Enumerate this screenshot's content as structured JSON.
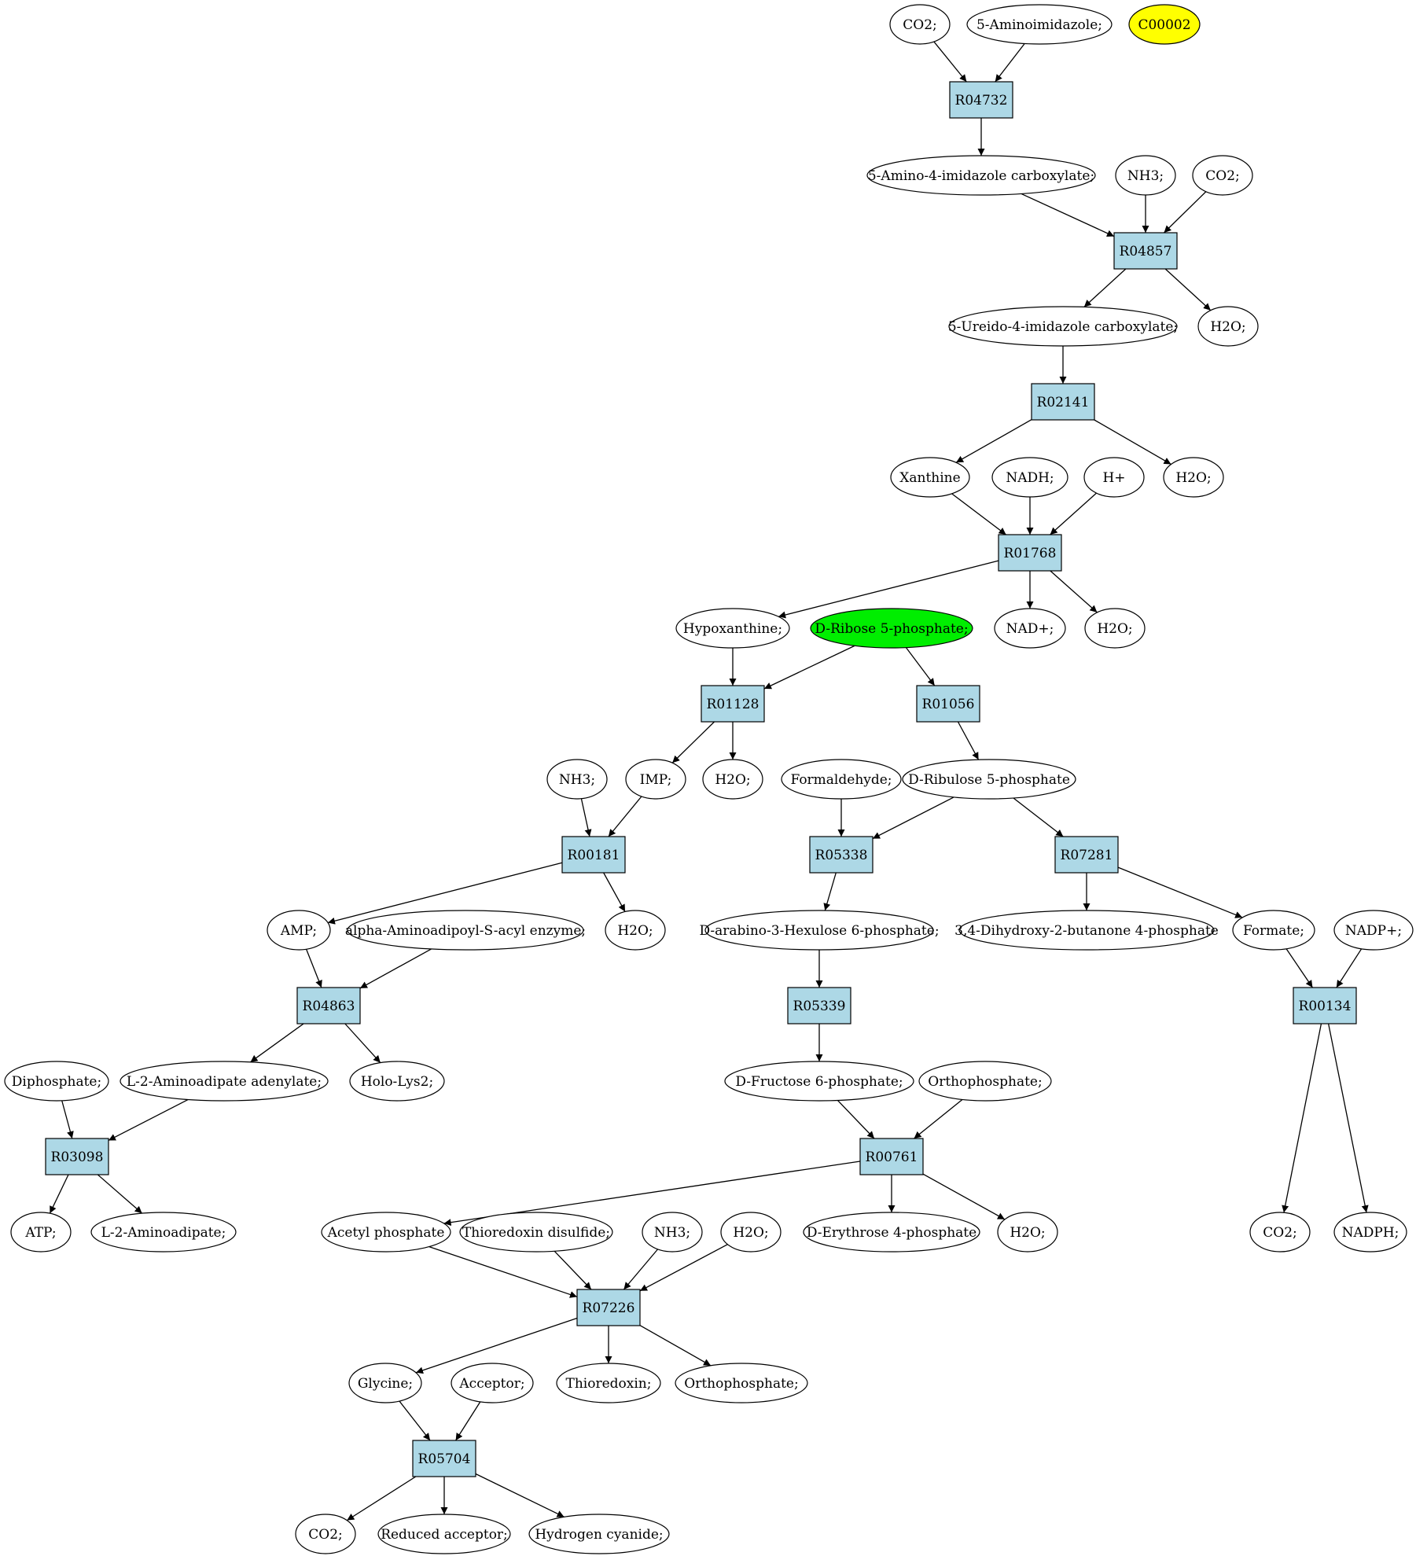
{
  "colors": {
    "reaction_fill": "#add8e6",
    "compound_fill": "#ffffff",
    "source_highlight": "#00ee00",
    "target_highlight": "#ffff00"
  },
  "reactions": [
    {
      "id": "R04732",
      "label": "R04732"
    },
    {
      "id": "R04857",
      "label": "R04857"
    },
    {
      "id": "R02141",
      "label": "R02141"
    },
    {
      "id": "R01768",
      "label": "R01768"
    },
    {
      "id": "R01128",
      "label": "R01128"
    },
    {
      "id": "R01056",
      "label": "R01056"
    },
    {
      "id": "R00181",
      "label": "R00181"
    },
    {
      "id": "R05338",
      "label": "R05338"
    },
    {
      "id": "R07281",
      "label": "R07281"
    },
    {
      "id": "R04863",
      "label": "R04863"
    },
    {
      "id": "R05339",
      "label": "R05339"
    },
    {
      "id": "R00134",
      "label": "R00134"
    },
    {
      "id": "R03098",
      "label": "R03098"
    },
    {
      "id": "R00761",
      "label": "R00761"
    },
    {
      "id": "R07226",
      "label": "R07226"
    },
    {
      "id": "R05704",
      "label": "R05704"
    }
  ],
  "compounds": [
    {
      "id": "co2_a",
      "label": "CO2;"
    },
    {
      "id": "aminoimidazole",
      "label": "5-Aminoimidazole;"
    },
    {
      "id": "c00002",
      "label": "C00002",
      "highlight": "yellow"
    },
    {
      "id": "amino_imid_carbox",
      "label": "5-Amino-4-imidazole carboxylate;"
    },
    {
      "id": "nh3_a",
      "label": "NH3;"
    },
    {
      "id": "co2_b",
      "label": "CO2;"
    },
    {
      "id": "ureido_imid_carbox",
      "label": "5-Ureido-4-imidazole carboxylate;"
    },
    {
      "id": "h2o_a",
      "label": "H2O;"
    },
    {
      "id": "xanthine",
      "label": "Xanthine"
    },
    {
      "id": "nadh",
      "label": "NADH;"
    },
    {
      "id": "hplus",
      "label": "H+"
    },
    {
      "id": "h2o_b",
      "label": "H2O;"
    },
    {
      "id": "hypoxanthine",
      "label": "Hypoxanthine;"
    },
    {
      "id": "ribose5p",
      "label": "D-Ribose 5-phosphate;",
      "highlight": "green"
    },
    {
      "id": "nadplus",
      "label": "NAD+;"
    },
    {
      "id": "h2o_c",
      "label": "H2O;"
    },
    {
      "id": "nh3_b",
      "label": "NH3;"
    },
    {
      "id": "imp",
      "label": "IMP;"
    },
    {
      "id": "h2o_d",
      "label": "H2O;"
    },
    {
      "id": "formaldehyde",
      "label": "Formaldehyde;"
    },
    {
      "id": "ribulose5p",
      "label": "D-Ribulose 5-phosphate"
    },
    {
      "id": "amp",
      "label": "AMP;"
    },
    {
      "id": "alpha_aminoadipoyl",
      "label": "alpha-Aminoadipoyl-S-acyl enzyme;"
    },
    {
      "id": "h2o_e",
      "label": "H2O;"
    },
    {
      "id": "hexulose6p",
      "label": "D-arabino-3-Hexulose 6-phosphate;"
    },
    {
      "id": "dihydroxybutanone",
      "label": "3,4-Dihydroxy-2-butanone 4-phosphate"
    },
    {
      "id": "formate",
      "label": "Formate;"
    },
    {
      "id": "nadpplus",
      "label": "NADP+;"
    },
    {
      "id": "diphosphate",
      "label": "Diphosphate;"
    },
    {
      "id": "l2_aminoadipate_adenylate",
      "label": "L-2-Aminoadipate adenylate;"
    },
    {
      "id": "holo_lys2",
      "label": "Holo-Lys2;"
    },
    {
      "id": "fructose6p",
      "label": "D-Fructose 6-phosphate;"
    },
    {
      "id": "orthophosphate_a",
      "label": "Orthophosphate;"
    },
    {
      "id": "co2_c",
      "label": "CO2;"
    },
    {
      "id": "nadph",
      "label": "NADPH;"
    },
    {
      "id": "atp",
      "label": "ATP;"
    },
    {
      "id": "l2_aminoadipate",
      "label": "L-2-Aminoadipate;"
    },
    {
      "id": "acetyl_phosphate",
      "label": "Acetyl phosphate"
    },
    {
      "id": "thioredoxin_disulfide",
      "label": "Thioredoxin disulfide;"
    },
    {
      "id": "nh3_c",
      "label": "NH3;"
    },
    {
      "id": "h2o_f",
      "label": "H2O;"
    },
    {
      "id": "erythrose4p",
      "label": "D-Erythrose 4-phosphate"
    },
    {
      "id": "h2o_g",
      "label": "H2O;"
    },
    {
      "id": "glycine",
      "label": "Glycine;"
    },
    {
      "id": "acceptor",
      "label": "Acceptor;"
    },
    {
      "id": "thioredoxin",
      "label": "Thioredoxin;"
    },
    {
      "id": "orthophosphate_b",
      "label": "Orthophosphate;"
    },
    {
      "id": "co2_d",
      "label": "CO2;"
    },
    {
      "id": "reduced_acceptor",
      "label": "Reduced acceptor;"
    },
    {
      "id": "hydrogen_cyanide",
      "label": "Hydrogen cyanide;"
    }
  ],
  "edges": [
    [
      "co2_a",
      "R04732"
    ],
    [
      "aminoimidazole",
      "R04732"
    ],
    [
      "R04732",
      "amino_imid_carbox"
    ],
    [
      "amino_imid_carbox",
      "R04857"
    ],
    [
      "nh3_a",
      "R04857"
    ],
    [
      "co2_b",
      "R04857"
    ],
    [
      "R04857",
      "ureido_imid_carbox"
    ],
    [
      "R04857",
      "h2o_a"
    ],
    [
      "ureido_imid_carbox",
      "R02141"
    ],
    [
      "R02141",
      "xanthine"
    ],
    [
      "R02141",
      "h2o_b"
    ],
    [
      "xanthine",
      "R01768"
    ],
    [
      "nadh",
      "R01768"
    ],
    [
      "hplus",
      "R01768"
    ],
    [
      "R01768",
      "hypoxanthine"
    ],
    [
      "R01768",
      "nadplus"
    ],
    [
      "R01768",
      "h2o_c"
    ],
    [
      "hypoxanthine",
      "R01128"
    ],
    [
      "ribose5p",
      "R01128"
    ],
    [
      "ribose5p",
      "R01056"
    ],
    [
      "R01128",
      "imp"
    ],
    [
      "R01128",
      "h2o_d"
    ],
    [
      "R01056",
      "ribulose5p"
    ],
    [
      "nh3_b",
      "R00181"
    ],
    [
      "imp",
      "R00181"
    ],
    [
      "R00181",
      "amp"
    ],
    [
      "R00181",
      "h2o_e"
    ],
    [
      "formaldehyde",
      "R05338"
    ],
    [
      "ribulose5p",
      "R05338"
    ],
    [
      "ribulose5p",
      "R07281"
    ],
    [
      "R05338",
      "hexulose6p"
    ],
    [
      "R07281",
      "dihydroxybutanone"
    ],
    [
      "R07281",
      "formate"
    ],
    [
      "amp",
      "R04863"
    ],
    [
      "alpha_aminoadipoyl",
      "R04863"
    ],
    [
      "R04863",
      "l2_aminoadipate_adenylate"
    ],
    [
      "R04863",
      "holo_lys2"
    ],
    [
      "hexulose6p",
      "R05339"
    ],
    [
      "R05339",
      "fructose6p"
    ],
    [
      "formate",
      "R00134"
    ],
    [
      "nadpplus",
      "R00134"
    ],
    [
      "R00134",
      "co2_c"
    ],
    [
      "R00134",
      "nadph"
    ],
    [
      "diphosphate",
      "R03098"
    ],
    [
      "l2_aminoadipate_adenylate",
      "R03098"
    ],
    [
      "R03098",
      "atp"
    ],
    [
      "R03098",
      "l2_aminoadipate"
    ],
    [
      "fructose6p",
      "R00761"
    ],
    [
      "orthophosphate_a",
      "R00761"
    ],
    [
      "R00761",
      "acetyl_phosphate"
    ],
    [
      "R00761",
      "erythrose4p"
    ],
    [
      "R00761",
      "h2o_g"
    ],
    [
      "acetyl_phosphate",
      "R07226"
    ],
    [
      "thioredoxin_disulfide",
      "R07226"
    ],
    [
      "nh3_c",
      "R07226"
    ],
    [
      "h2o_f",
      "R07226"
    ],
    [
      "R07226",
      "glycine"
    ],
    [
      "R07226",
      "thioredoxin"
    ],
    [
      "R07226",
      "orthophosphate_b"
    ],
    [
      "glycine",
      "R05704"
    ],
    [
      "acceptor",
      "R05704"
    ],
    [
      "R05704",
      "co2_d"
    ],
    [
      "R05704",
      "reduced_acceptor"
    ],
    [
      "R05704",
      "hydrogen_cyanide"
    ]
  ]
}
